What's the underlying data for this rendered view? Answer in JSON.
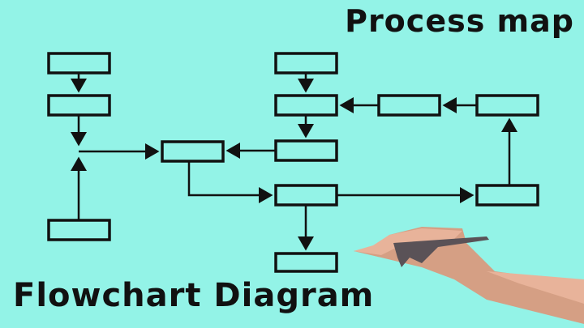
{
  "header": {
    "title": "Process map"
  },
  "footer": {
    "title": "Flowchart Diagram"
  },
  "colors": {
    "background": "#93f3e7",
    "ink": "#111111",
    "skin": "#e8b39a",
    "skin_shadow": "#d59f84",
    "pen": "#5a5257"
  },
  "diagram": {
    "node_count": 12,
    "edge_count": 12
  }
}
